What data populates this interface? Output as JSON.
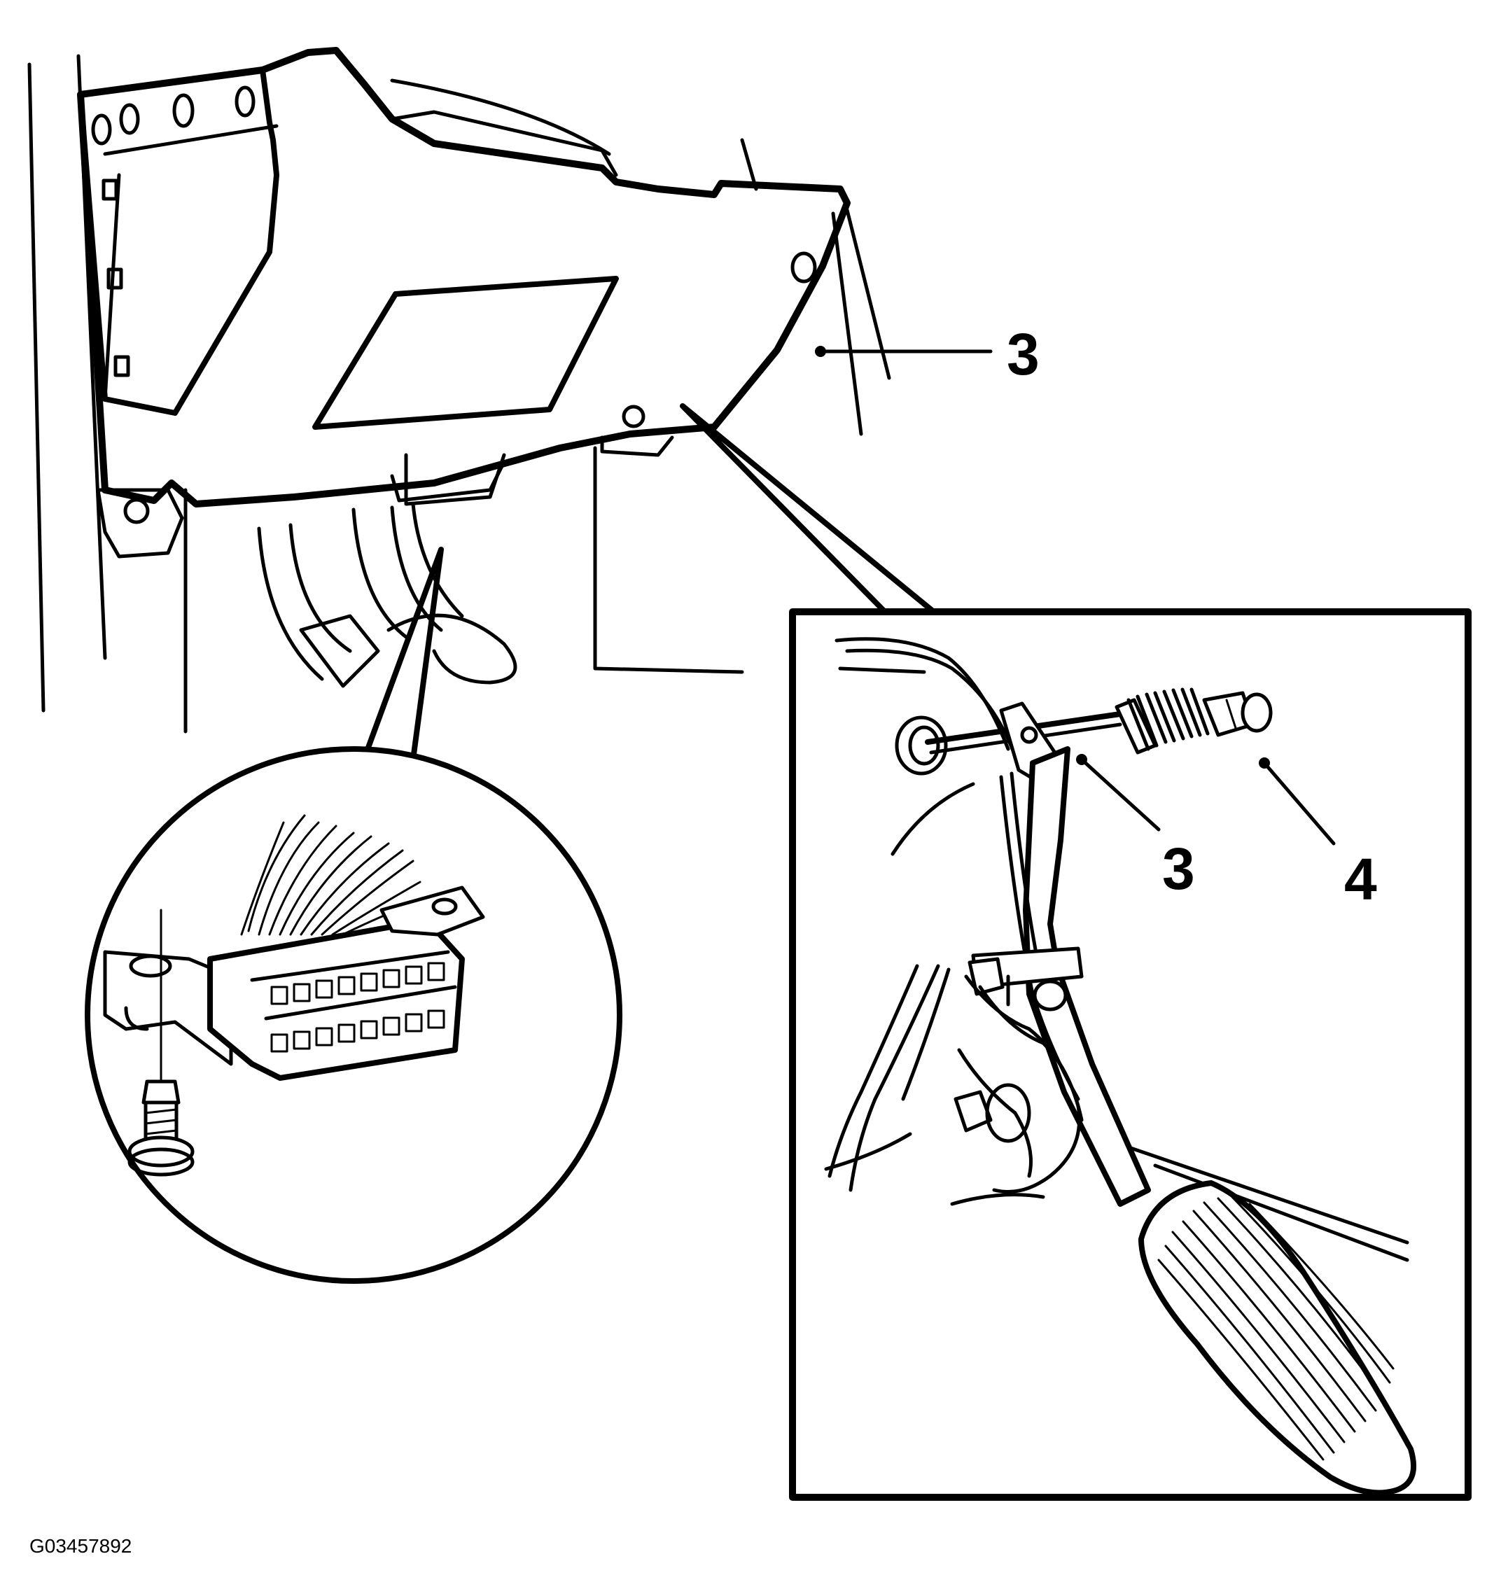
{
  "figure": {
    "code": "G03457892",
    "main_view": {
      "callouts": [
        {
          "label": "3"
        }
      ]
    },
    "inset_pedal": {
      "callouts": [
        {
          "label": "3"
        },
        {
          "label": "4"
        }
      ]
    },
    "inset_connector": {
      "callouts": []
    }
  }
}
